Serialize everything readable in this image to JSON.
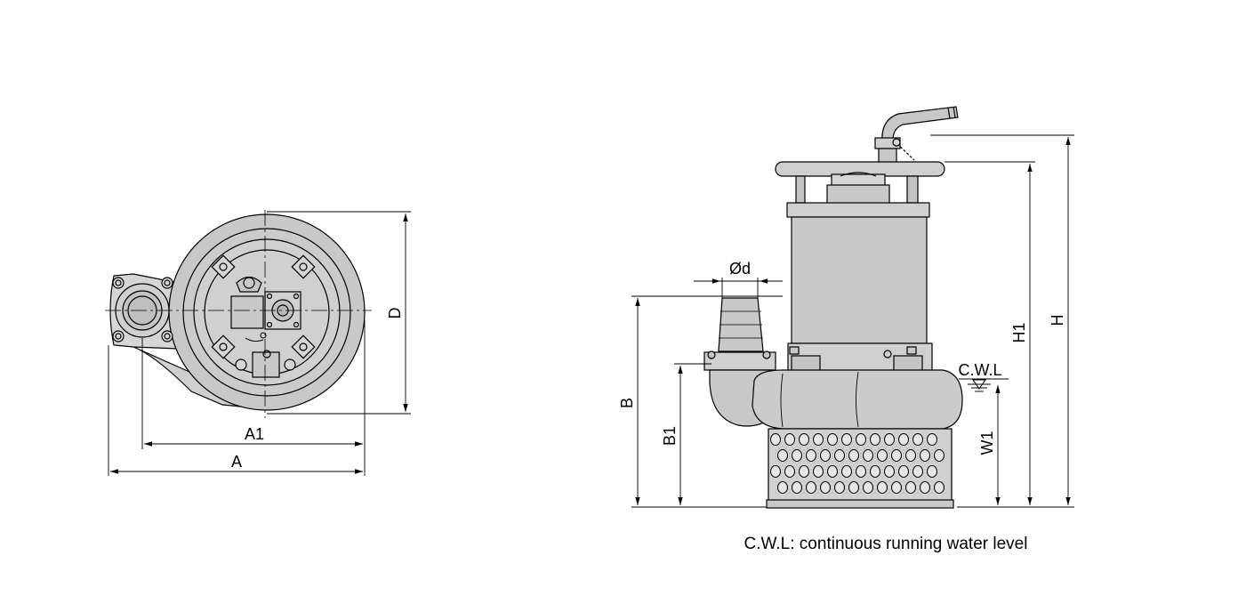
{
  "diagram": {
    "top_view": {
      "labels": {
        "a": "A",
        "a1": "A1",
        "d": "D"
      }
    },
    "side_view": {
      "labels": {
        "outlet_diameter": "Ød",
        "h": "H",
        "h1": "H1",
        "b": "B",
        "b1": "B1",
        "w1": "W1",
        "cwl": "C.W.L"
      }
    },
    "caption": "C.W.L: continuous running water level"
  },
  "colors": {
    "body_fill": "#c8c8c8",
    "light_fill": "#d6d6d6",
    "line": "#000000",
    "background": "#ffffff"
  }
}
